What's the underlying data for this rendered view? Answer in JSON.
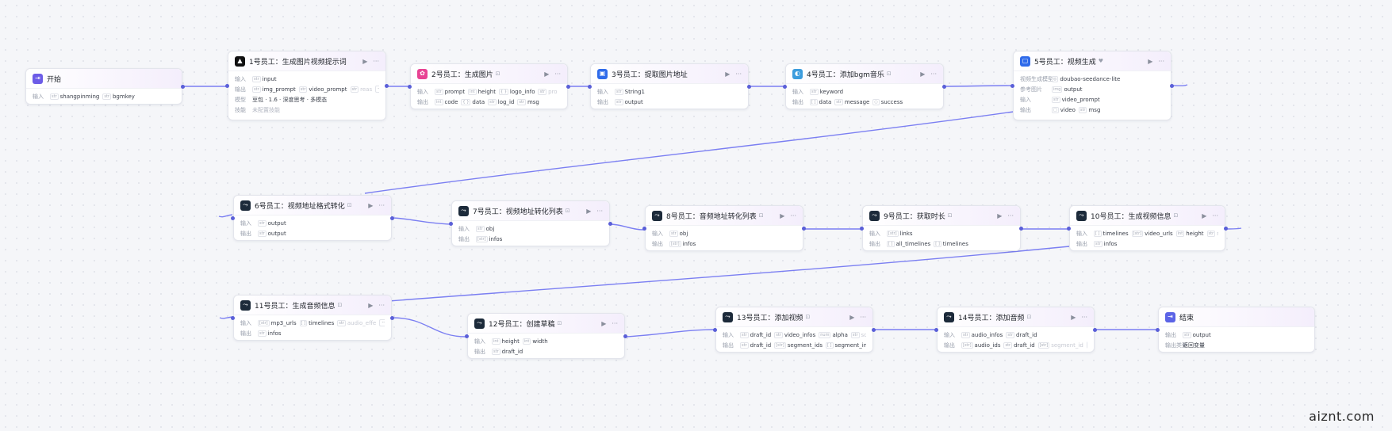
{
  "nodes": [
    {
      "id": "start",
      "title": "开始",
      "icon": "start-icon",
      "color": "#6c5ce7",
      "rows": [
        {
          "label": "输入",
          "tags": [
            {
              "t": "str",
              "v": "shangpinming"
            },
            {
              "t": "str",
              "v": "bgmkey"
            }
          ]
        }
      ]
    },
    {
      "id": "n1",
      "title": "1号员工：生成图片视频提示词",
      "icon": "llm-icon",
      "color": "#111111",
      "rows": [
        {
          "label": "输入",
          "tags": [
            {
              "t": "str",
              "v": "input"
            }
          ]
        },
        {
          "label": "输出",
          "tags": [
            {
              "t": "str",
              "v": "img_prompt"
            },
            {
              "t": "str",
              "v": "video_prompt"
            },
            {
              "t": "str",
              "v": "reas",
              "faded": true
            }
          ],
          "more": "···"
        },
        {
          "label": "模型",
          "text": "豆包 · 1.6 · 深度思考 · 多模态"
        },
        {
          "label": "技能",
          "text": "未配置技能",
          "muted": true
        }
      ]
    },
    {
      "id": "n2",
      "title": "2号员工：生成图片",
      "icon": "image-gen-icon",
      "color": "#e84393",
      "flag": "⊡",
      "rows": [
        {
          "label": "输入",
          "tags": [
            {
              "t": "str",
              "v": "prompt"
            },
            {
              "t": "int",
              "v": "height"
            },
            {
              "t": "{ }",
              "v": "logo_info"
            },
            {
              "t": "str",
              "v": "pro",
              "faded": true
            }
          ],
          "more": "···"
        },
        {
          "label": "输出",
          "tags": [
            {
              "t": "int",
              "v": "code"
            },
            {
              "t": "{ }",
              "v": "data"
            },
            {
              "t": "str",
              "v": "log_id"
            },
            {
              "t": "str",
              "v": "msg"
            }
          ]
        }
      ]
    },
    {
      "id": "n3",
      "title": "3号员工：提取图片地址",
      "icon": "code-icon",
      "color": "#2f6bea",
      "rows": [
        {
          "label": "输入",
          "tags": [
            {
              "t": "str",
              "v": "String1"
            }
          ]
        },
        {
          "label": "输出",
          "tags": [
            {
              "t": "str",
              "v": "output"
            }
          ]
        }
      ]
    },
    {
      "id": "n4",
      "title": "4号员工：添加bgm音乐",
      "icon": "plugin-icon",
      "color": "#3c9ddd",
      "flag": "⊡",
      "rows": [
        {
          "label": "输入",
          "tags": [
            {
              "t": "str",
              "v": "keyword"
            }
          ]
        },
        {
          "label": "输出",
          "tags": [
            {
              "t": "[ ]",
              "v": "data"
            },
            {
              "t": "str",
              "v": "message"
            },
            {
              "t": "○",
              "v": "success"
            }
          ]
        }
      ]
    },
    {
      "id": "n5",
      "title": "5号员工：视频生成",
      "icon": "video-gen-icon",
      "color": "#2f6bea",
      "flag": "♥",
      "rows": [
        {
          "label": "视频生成模型",
          "wide": true,
          "tags": [
            {
              "t": "◎",
              "v": "doubao-seedance-lite"
            }
          ]
        },
        {
          "label": "参考图片",
          "wide": true,
          "tags": [
            {
              "t": "img",
              "v": "output"
            }
          ]
        },
        {
          "label": "输入",
          "wide": true,
          "tags": [
            {
              "t": "str",
              "v": "video_prompt"
            }
          ]
        },
        {
          "label": "输出",
          "wide": true,
          "tags": [
            {
              "t": "□",
              "v": "video"
            },
            {
              "t": "str",
              "v": "msg"
            }
          ]
        }
      ]
    },
    {
      "id": "n6",
      "title": "6号员工：视频地址格式转化",
      "icon": "workflow-icon",
      "color": "#1c2a3a",
      "flag": "⊡",
      "rows": [
        {
          "label": "输入",
          "tags": [
            {
              "t": "str",
              "v": "output"
            }
          ]
        },
        {
          "label": "输出",
          "tags": [
            {
              "t": "str",
              "v": "output"
            }
          ]
        }
      ]
    },
    {
      "id": "n7",
      "title": "7号员工：视频地址转化列表",
      "icon": "workflow-icon",
      "color": "#1c2a3a",
      "flag": "⊡",
      "rows": [
        {
          "label": "输入",
          "tags": [
            {
              "t": "str",
              "v": "obj"
            }
          ]
        },
        {
          "label": "输出",
          "tags": [
            {
              "t": "[str]",
              "v": "infos"
            }
          ]
        }
      ]
    },
    {
      "id": "n8",
      "title": "8号员工：音频地址转化列表",
      "icon": "workflow-icon",
      "color": "#1c2a3a",
      "flag": "⊡",
      "rows": [
        {
          "label": "输入",
          "tags": [
            {
              "t": "str",
              "v": "obj"
            }
          ]
        },
        {
          "label": "输出",
          "tags": [
            {
              "t": "[str]",
              "v": "infos"
            }
          ]
        }
      ]
    },
    {
      "id": "n9",
      "title": "9号员工：获取时长",
      "icon": "workflow-icon",
      "color": "#1c2a3a",
      "flag": "⊡",
      "rows": [
        {
          "label": "输入",
          "tags": [
            {
              "t": "[str]",
              "v": "links"
            }
          ]
        },
        {
          "label": "输出",
          "tags": [
            {
              "t": "[ ]",
              "v": "all_timelines"
            },
            {
              "t": "[ ]",
              "v": "timelines"
            }
          ]
        }
      ]
    },
    {
      "id": "n10",
      "title": "10号员工：生成视频信息",
      "icon": "workflow-icon",
      "color": "#1c2a3a",
      "flag": "⊡",
      "rows": [
        {
          "label": "输入",
          "tags": [
            {
              "t": "[ ]",
              "v": "timelines"
            },
            {
              "t": "[str]",
              "v": "video_urls"
            },
            {
              "t": "int",
              "v": "height"
            },
            {
              "t": "str",
              "v": "mask",
              "faded": true
            }
          ],
          "more": "···"
        },
        {
          "label": "输出",
          "tags": [
            {
              "t": "str",
              "v": "infos"
            }
          ]
        }
      ]
    },
    {
      "id": "n11",
      "title": "11号员工：生成音频信息",
      "icon": "workflow-icon",
      "color": "#1c2a3a",
      "flag": "⊡",
      "rows": [
        {
          "label": "输入",
          "tags": [
            {
              "t": "[str]",
              "v": "mp3_urls"
            },
            {
              "t": "[ ]",
              "v": "timelines"
            },
            {
              "t": "str",
              "v": "audio_effe",
              "faded": true
            }
          ],
          "more": "···"
        },
        {
          "label": "输出",
          "tags": [
            {
              "t": "str",
              "v": "infos"
            }
          ]
        }
      ]
    },
    {
      "id": "n12",
      "title": "12号员工：创建草稿",
      "icon": "workflow-icon",
      "color": "#1c2a3a",
      "flag": "⊡",
      "rows": [
        {
          "label": "输入",
          "tags": [
            {
              "t": "int",
              "v": "height"
            },
            {
              "t": "int",
              "v": "width"
            }
          ]
        },
        {
          "label": "输出",
          "tags": [
            {
              "t": "str",
              "v": "draft_id"
            }
          ]
        }
      ]
    },
    {
      "id": "n13",
      "title": "13号员工：添加视频",
      "icon": "workflow-icon",
      "color": "#1c2a3a",
      "flag": "⊡",
      "rows": [
        {
          "label": "输入",
          "tags": [
            {
              "t": "str",
              "v": "draft_id"
            },
            {
              "t": "str",
              "v": "video_infos"
            },
            {
              "t": "num",
              "v": "alpha"
            },
            {
              "t": "str",
              "v": "sc",
              "faded": true
            }
          ],
          "more": "···"
        },
        {
          "label": "输出",
          "tags": [
            {
              "t": "str",
              "v": "draft_id"
            },
            {
              "t": "[str]",
              "v": "segment_ids"
            },
            {
              "t": "[ ]",
              "v": "segment_infos"
            }
          ]
        }
      ]
    },
    {
      "id": "n14",
      "title": "14号员工：添加音频",
      "icon": "workflow-icon",
      "color": "#1c2a3a",
      "flag": "⊡",
      "rows": [
        {
          "label": "输入",
          "tags": [
            {
              "t": "str",
              "v": "audio_infos"
            },
            {
              "t": "str",
              "v": "draft_id"
            }
          ]
        },
        {
          "label": "输出",
          "tags": [
            {
              "t": "[str]",
              "v": "audio_ids"
            },
            {
              "t": "str",
              "v": "draft_id"
            },
            {
              "t": "[str]",
              "v": "segment_id",
              "faded": true
            }
          ],
          "more": "···"
        }
      ]
    },
    {
      "id": "end",
      "title": "结束",
      "icon": "end-icon",
      "color": "#5b63e6",
      "rows": [
        {
          "label": "输出",
          "tags": [
            {
              "t": "str",
              "v": "output"
            }
          ]
        },
        {
          "label": "输出类型",
          "text": "返回变量"
        }
      ]
    }
  ],
  "watermark": "aiznt.com"
}
